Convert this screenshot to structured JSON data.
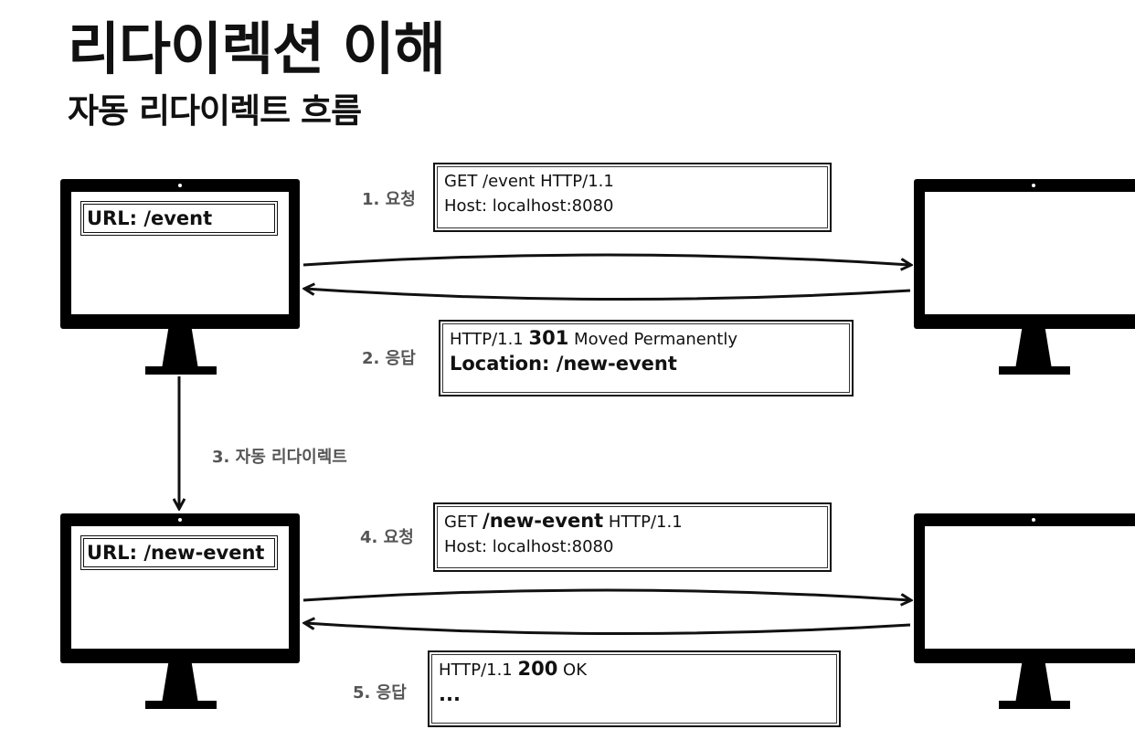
{
  "header": {
    "title": "리다이렉션 이해",
    "subtitle": "자동 리다이렉트 흐름"
  },
  "clients": [
    {
      "url_label": "URL: /event"
    },
    {
      "url_label": "URL: /new-event"
    }
  ],
  "steps": {
    "s1": "1. 요청",
    "s2": "2. 응답",
    "s3": "3. 자동 리다이렉트",
    "s4": "4. 요청",
    "s5": "5. 응답"
  },
  "messages": {
    "req1": {
      "line1": "GET /event HTTP/1.1",
      "line2": "Host: localhost:8080"
    },
    "res1": {
      "line1_prefix": "HTTP/1.1 ",
      "line1_code": "301",
      "line1_suffix": " Moved Permanently",
      "line2": "Location: /new-event"
    },
    "req2": {
      "line1_prefix": "GET ",
      "line1_path": "/new-event",
      "line1_suffix": " HTTP/1.1",
      "line2": "Host: localhost:8080"
    },
    "res2": {
      "line1_prefix": "HTTP/1.1 ",
      "line1_code": "200",
      "line1_suffix": " OK",
      "line2": "..."
    }
  }
}
